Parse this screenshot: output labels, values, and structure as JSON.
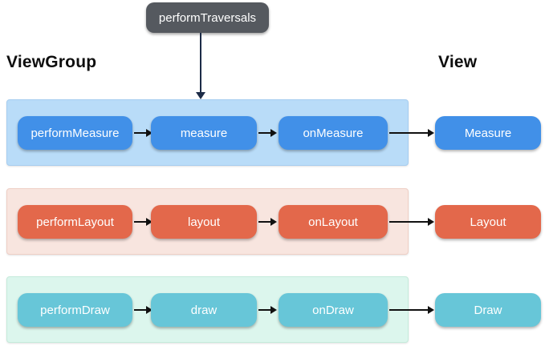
{
  "diagram": {
    "root_node": {
      "label": "performTraversals",
      "bg": "#55595f",
      "text_color": "#ffffff"
    },
    "column_headers": {
      "left": "ViewGroup",
      "right": "View"
    },
    "arrow_colors": {
      "vertical": "#1c2b47",
      "horizontal": "#111111"
    },
    "rows": [
      {
        "id": "measure",
        "steps": [
          {
            "label": "performMeasure"
          },
          {
            "label": "measure"
          },
          {
            "label": "onMeasure"
          }
        ],
        "result": {
          "label": "Measure"
        },
        "colors": {
          "node_bg": "#4190e8",
          "band_bg": "#b9dcf8",
          "band_border": "#a6cdf0",
          "text": "#ffffff"
        }
      },
      {
        "id": "layout",
        "steps": [
          {
            "label": "performLayout"
          },
          {
            "label": "layout"
          },
          {
            "label": "onLayout"
          }
        ],
        "result": {
          "label": "Layout"
        },
        "colors": {
          "node_bg": "#e3684b",
          "band_bg": "#f8e5df",
          "band_border": "#efcfc5",
          "text": "#ffffff"
        }
      },
      {
        "id": "draw",
        "steps": [
          {
            "label": "performDraw"
          },
          {
            "label": "draw"
          },
          {
            "label": "onDraw"
          }
        ],
        "result": {
          "label": "Draw"
        },
        "colors": {
          "node_bg": "#67c6d8",
          "band_bg": "#dcf6ed",
          "band_border": "#c5ebdb",
          "text": "#ffffff"
        }
      }
    ]
  }
}
